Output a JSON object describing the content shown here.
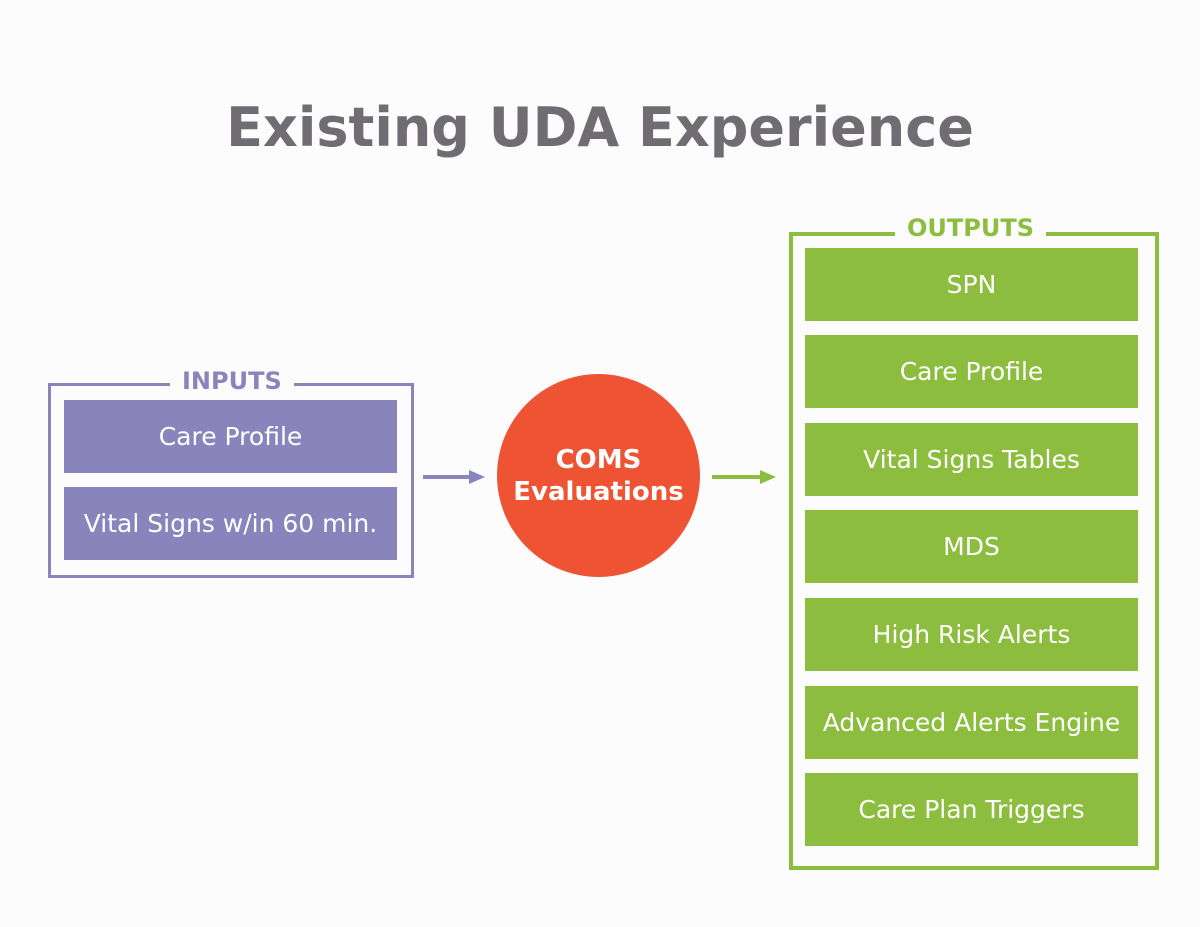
{
  "title": "Existing UDA Experience",
  "colors": {
    "inputs": "#8a84bd",
    "outputs": "#8dbd3f",
    "process": "#ee5434",
    "title": "#6f6d71"
  },
  "inputs": {
    "label": "INPUTS",
    "items": [
      "Care Profile",
      "Vital Signs w/in 60 min."
    ]
  },
  "process": {
    "line1": "COMS",
    "line2": "Evaluations"
  },
  "outputs": {
    "label": "OUTPUTS",
    "items": [
      "SPN",
      "Care Profile",
      "Vital Signs Tables",
      "MDS",
      "High Risk Alerts",
      "Advanced Alerts Engine",
      "Care Plan Triggers"
    ]
  }
}
